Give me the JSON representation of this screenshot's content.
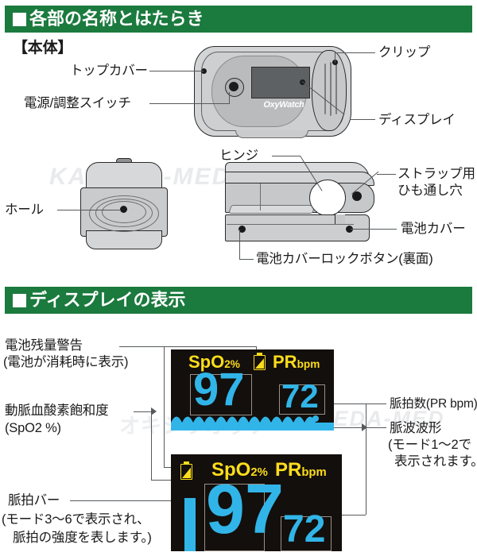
{
  "sections": [
    {
      "id": "parts",
      "title": "各部の名称とはたらき"
    },
    {
      "id": "display",
      "title": "ディスプレイの表示"
    }
  ],
  "parts_section": {
    "subheading": "【本体】",
    "labels": {
      "top_cover": "トップカバー",
      "power_switch": "電源/調整スイッチ",
      "clip": "クリップ",
      "display": "ディスプレイ",
      "hole": "ホール",
      "hinge": "ヒンジ",
      "strap_hole_line1": "ストラップ用",
      "strap_hole_line2": "ひも通し穴",
      "battery_cover": "電池カバー",
      "battery_lock_button": "電池カバーロックボタン(裏面)"
    },
    "device_brand": "OxyWatch"
  },
  "display_section": {
    "labels": {
      "battery_warning_line1": "電池残量警告",
      "battery_warning_line2": "(電池が消耗時に表示)",
      "spo2_line1": "動脈血酸素飽和度",
      "spo2_line2": "(SpO2 %)",
      "pulse_rate": "脈拍数(PR bpm)",
      "waveform_line1": "脈波波形",
      "waveform_line2": "(モード1～2で",
      "waveform_line3": "表示されます。)",
      "pulse_bar_line1": "脈拍バー",
      "pulse_bar_line2": "(モード3～6で表示され、",
      "pulse_bar_line3": "脈拍の強度を表します。)"
    },
    "screens": [
      {
        "id": "screen-mode-1-2",
        "spo2_label": "SpO",
        "spo2_sub": "2%",
        "pr_label": "PR",
        "pr_sub": "bpm",
        "spo2_value": "97",
        "pr_value": "72",
        "has_waveform": true,
        "has_pulse_bar": false,
        "has_battery_icon": true
      },
      {
        "id": "screen-mode-3-6",
        "spo2_label": "SpO",
        "spo2_sub": "2%",
        "pr_label": "PR",
        "pr_sub": "bpm",
        "spo2_value": "97",
        "pr_value": "72",
        "has_waveform": false,
        "has_pulse_bar": true,
        "has_battery_icon": true
      }
    ]
  },
  "watermark": {
    "text": "KAMEDA-MED",
    "text2": "オキシウオッチ"
  },
  "colors": {
    "header_green": "#1b7a3e",
    "screen_background": "#130f0c",
    "value_cyan": "#31b5e8",
    "label_yellow": "#fddd1a",
    "line_gray": "#55595c"
  }
}
